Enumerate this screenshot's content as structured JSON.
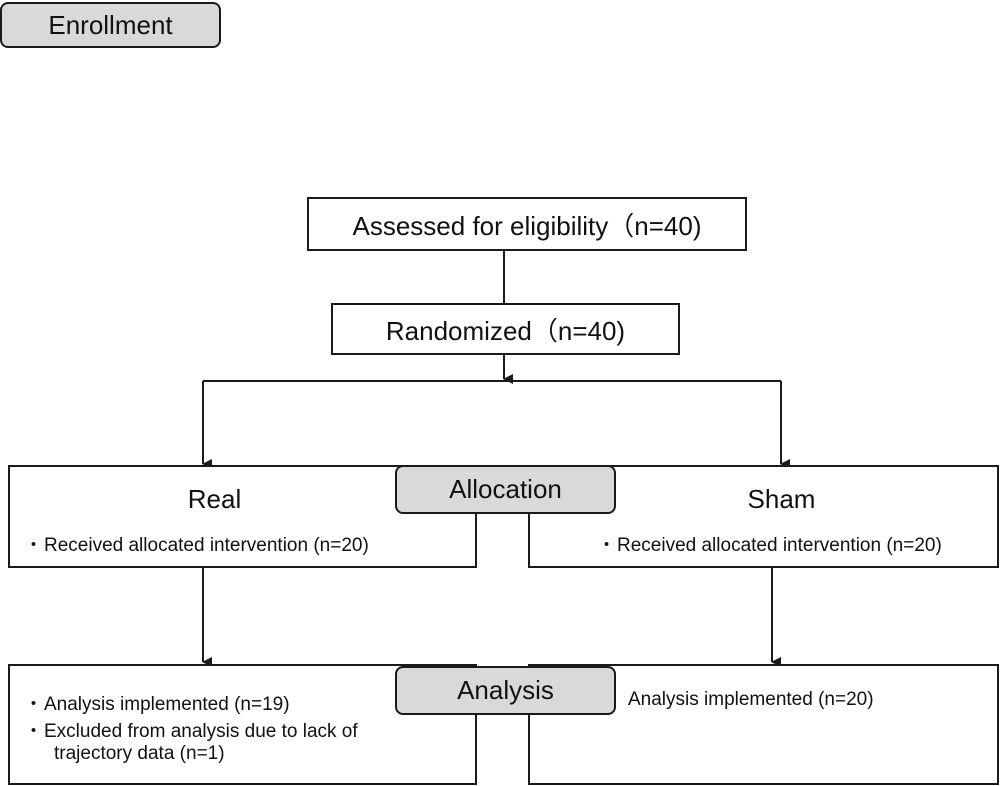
{
  "phases": {
    "enrollment": "Enrollment",
    "allocation": "Allocation",
    "analysis": "Analysis"
  },
  "eligibility": "Assessed for eligibility（n=40)",
  "randomized": "Randomized（n=40)",
  "allocation_arms": {
    "real": {
      "title": "Real",
      "bullet": "・",
      "item": "Received allocated intervention (n=20)"
    },
    "sham": {
      "title": "Sham",
      "bullet": "・",
      "item": "Received allocated intervention (n=20)"
    }
  },
  "analysis_arms": {
    "real": {
      "bullet": "・",
      "item1": "Analysis implemented (n=19)",
      "item2_line1": "Excluded from analysis due to lack of",
      "item2_line2": "trajectory data (n=1)"
    },
    "sham": {
      "item": "Analysis implemented (n=20)"
    }
  }
}
